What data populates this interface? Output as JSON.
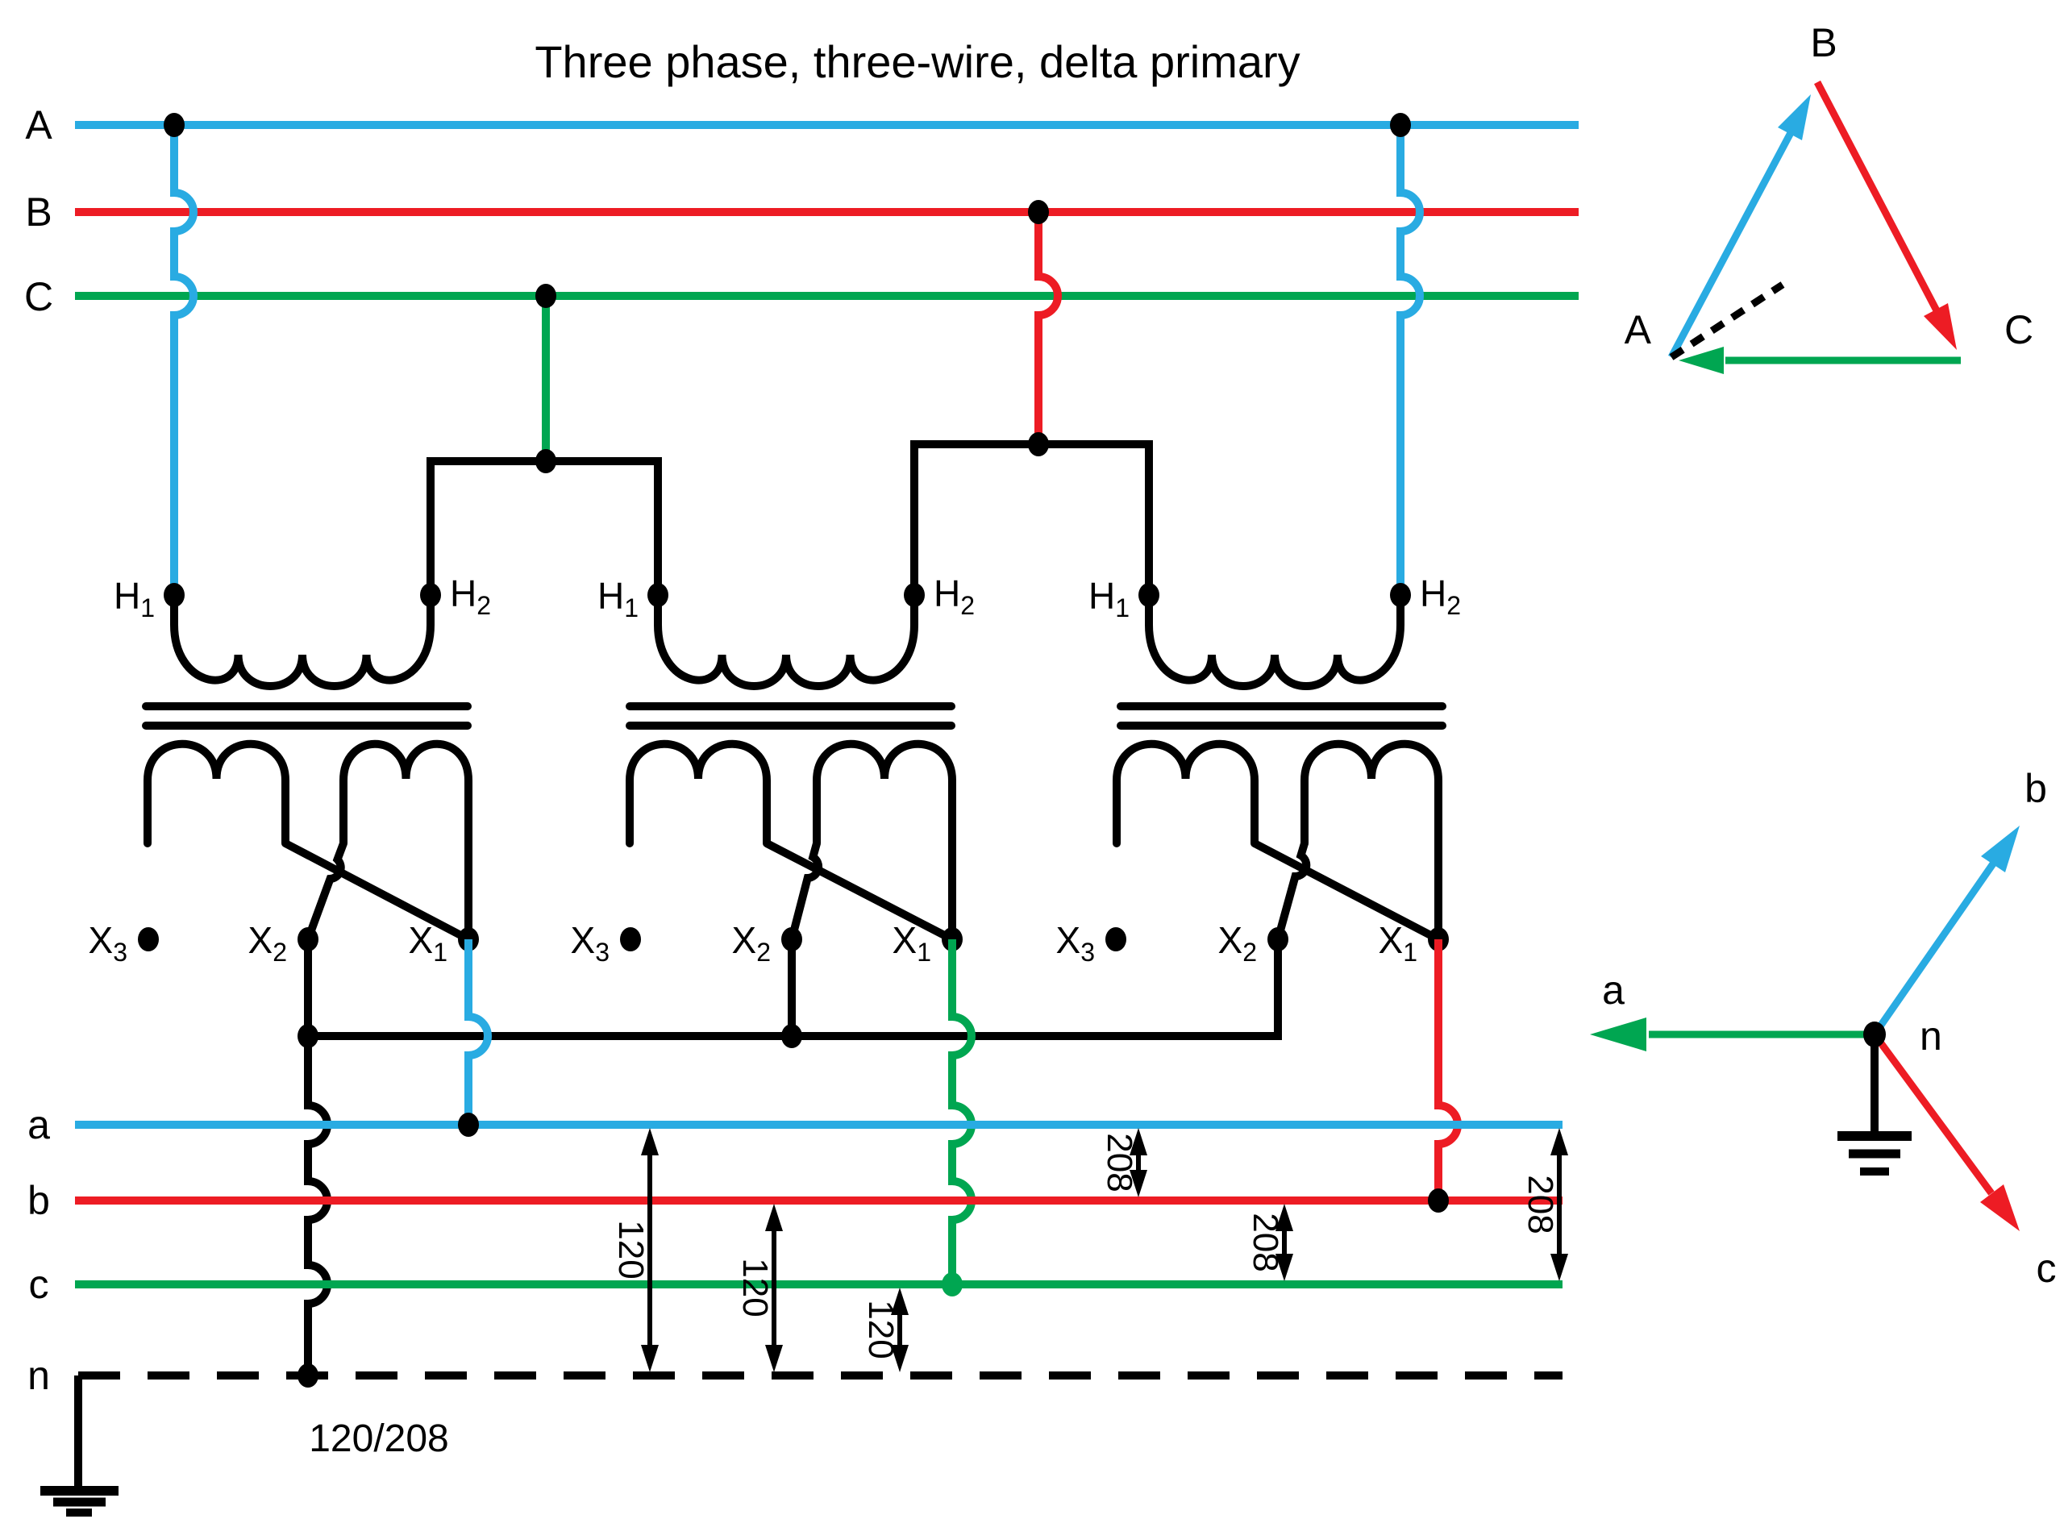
{
  "title": "Three phase, three-wire, delta primary",
  "colors": {
    "phase_a_blue": "#29ABE2",
    "phase_b_red": "#ED1C24",
    "phase_c_green": "#00A651",
    "wire_black": "#000000"
  },
  "primary_lines": {
    "a": "A",
    "b": "B",
    "c": "C"
  },
  "secondary_lines": {
    "a": "a",
    "b": "b",
    "c": "c",
    "n": "n"
  },
  "transformers": [
    {
      "id": "T1",
      "h1_base": "H",
      "h1_sub": "1",
      "h2_base": "H",
      "h2_sub": "2",
      "x3_base": "X",
      "x3_sub": "3",
      "x2_base": "X",
      "x2_sub": "2",
      "x1_base": "X",
      "x1_sub": "1"
    },
    {
      "id": "T2",
      "h1_base": "H",
      "h1_sub": "1",
      "h2_base": "H",
      "h2_sub": "2",
      "x3_base": "X",
      "x3_sub": "3",
      "x2_base": "X",
      "x2_sub": "2",
      "x1_base": "X",
      "x1_sub": "1"
    },
    {
      "id": "T3",
      "h1_base": "H",
      "h1_sub": "1",
      "h2_base": "H",
      "h2_sub": "2",
      "x3_base": "X",
      "x3_sub": "3",
      "x2_base": "X",
      "x2_sub": "2",
      "x1_base": "X",
      "x1_sub": "1"
    }
  ],
  "dimensions": {
    "a_n": "120",
    "b_n": "120",
    "c_n": "120",
    "a_b": "208",
    "b_c": "208",
    "a_c": "208",
    "service": "120/208"
  },
  "phasor_delta": {
    "a": "A",
    "b": "B",
    "c": "C"
  },
  "phasor_wye": {
    "a": "a",
    "b": "b",
    "c": "c",
    "n": "n"
  }
}
